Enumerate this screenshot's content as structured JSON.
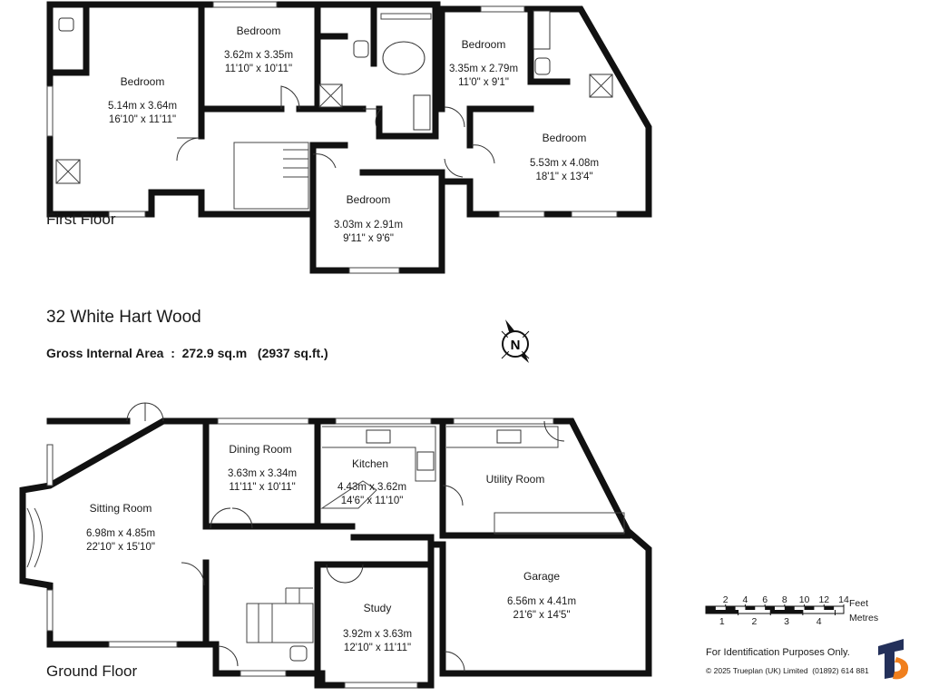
{
  "title": "32 White Hart Wood",
  "gross_internal_area": "Gross Internal Area  :  272.9 sq.m   (2937 sq.ft.)",
  "floors": {
    "first": "First Floor",
    "ground": "Ground Floor"
  },
  "compass": {
    "letter": "N"
  },
  "rooms": {
    "ff_bedroom1": {
      "name": "Bedroom",
      "metric": "5.14m  x  3.64m",
      "imperial": "16'10\"  x  11'11\""
    },
    "ff_bedroom2": {
      "name": "Bedroom",
      "metric": "3.62m  x  3.35m",
      "imperial": "11'10\"  x  10'11\""
    },
    "ff_bedroom3": {
      "name": "Bedroom",
      "metric": "3.35m  x  2.79m",
      "imperial": "11'0\"  x  9'1\""
    },
    "ff_bedroom4": {
      "name": "Bedroom",
      "metric": "5.53m  x  4.08m",
      "imperial": "18'1\"  x  13'4\""
    },
    "ff_bedroom5": {
      "name": "Bedroom",
      "metric": "3.03m  x  2.91m",
      "imperial": "9'11\"  x  9'6\""
    },
    "gf_sitting": {
      "name": "Sitting Room",
      "metric": "6.98m  x  4.85m",
      "imperial": "22'10\"  x  15'10\""
    },
    "gf_dining": {
      "name": "Dining Room",
      "metric": "3.63m  x  3.34m",
      "imperial": "11'11\"  x  10'11\""
    },
    "gf_kitchen": {
      "name": "Kitchen",
      "metric": "4.43m  x  3.62m",
      "imperial": "14'6\"  x  11'10\""
    },
    "gf_utility": {
      "name": "Utility Room"
    },
    "gf_garage": {
      "name": "Garage",
      "metric": "6.56m  x  4.41m",
      "imperial": "21'6\"  x  14'5\""
    },
    "gf_study": {
      "name": "Study",
      "metric": "3.92m  x  3.63m",
      "imperial": "12'10\"  x  11'11\""
    }
  },
  "scale": {
    "feet_label": "Feet",
    "metres_label": "Metres",
    "feet_ticks": [
      "2",
      "4",
      "6",
      "8",
      "10",
      "12",
      "14"
    ],
    "metre_ticks": [
      "1",
      "2",
      "3",
      "4"
    ]
  },
  "footer": {
    "disclaimer": "For Identification Purposes Only.",
    "copyright": "© 2025 Trueplan (UK) Limited  (01892) 614 881",
    "logo_letter": "T"
  },
  "colors": {
    "wall": "#111111",
    "logo_orange": "#f07f1d",
    "logo_navy": "#23305a"
  }
}
